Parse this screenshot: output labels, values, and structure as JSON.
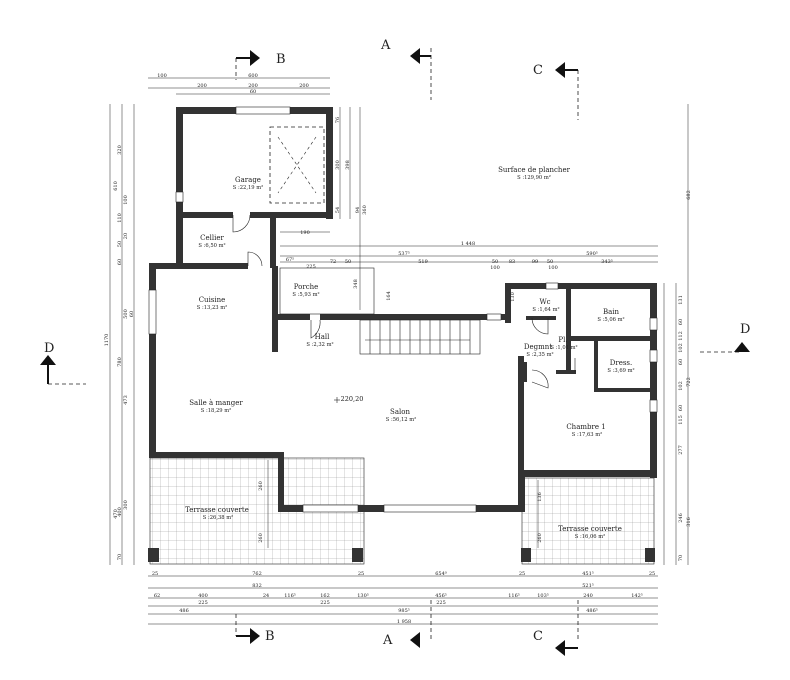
{
  "rooms": {
    "garage": {
      "name": "Garage",
      "area": "S :22,19 m²"
    },
    "cellier": {
      "name": "Cellier",
      "area": "S :6,50 m²"
    },
    "porche": {
      "name": "Porche",
      "area": "S :5,93 m²"
    },
    "cuisine": {
      "name": "Cuisine",
      "area": "S :13,23 m²"
    },
    "hall": {
      "name": "Hall",
      "area": "S :2,32 m²"
    },
    "salle_a_manger": {
      "name": "Salle à manger",
      "area": "S :18,29 m²"
    },
    "salon": {
      "name": "Salon",
      "area": "S :56,12 m²"
    },
    "wc": {
      "name": "Wc",
      "area": "S :1,64 m²"
    },
    "bain": {
      "name": "Bain",
      "area": "S :5,06 m²"
    },
    "placard": {
      "name": "Pl.",
      "area": "S :1,01 m²"
    },
    "degagement": {
      "name": "Degmnt",
      "area": "S :2,35 m²"
    },
    "dressing": {
      "name": "Dress.",
      "area": "S :3,69 m²"
    },
    "chambre1": {
      "name": "Chambre 1",
      "area": "S :17,63 m²"
    },
    "terrasse_ouest": {
      "name": "Terrasse couverte",
      "area": "S :26,38 m²"
    },
    "terrasse_est": {
      "name": "Terrasse couverte",
      "area": "S :16,06 m²"
    }
  },
  "surface_plancher": {
    "label": "Surface de plancher",
    "area": "S :129,90 m²"
  },
  "level_mark": "220,20",
  "sections": {
    "a": "A",
    "b": "B",
    "c": "C",
    "d": "D"
  },
  "dims": {
    "top_row1": [
      "100",
      "600"
    ],
    "top_row2": [
      "200",
      "200",
      "200"
    ],
    "top_sub": "60",
    "garage_right": [
      "76",
      "300",
      "54",
      "398",
      "94"
    ],
    "garage_inner": "360",
    "cellier_dim": "190",
    "mid_total": "1 448",
    "mid_row": [
      "67⁵",
      "537⁵",
      "590⁵"
    ],
    "mid_row2": [
      "225",
      "72",
      "50",
      "519",
      "50",
      "83",
      "99",
      "50",
      "343⁵"
    ],
    "mid_sub": [
      "100",
      "100"
    ],
    "porche_dims": [
      "348",
      "164"
    ],
    "wc_dim": "130",
    "left_outer": [
      "610",
      "1170",
      "470"
    ],
    "left_mid": [
      "320",
      "100",
      "110",
      "20",
      "50",
      "60",
      "780",
      "400",
      "70"
    ],
    "left_inner": [
      "500",
      "60",
      "473",
      "300"
    ],
    "right_outer": [
      "682",
      "722",
      "316"
    ],
    "right_inner": [
      "131",
      "60",
      "112",
      "102",
      "60",
      "102",
      "60",
      "115",
      "277",
      "246",
      "70"
    ],
    "terrace_dims": [
      "260",
      "260",
      "136",
      "260"
    ],
    "bottom_row1": [
      "25",
      "762",
      "25",
      "654⁰",
      "25",
      "451⁵",
      "25"
    ],
    "bottom_row2": [
      "832",
      "521⁵"
    ],
    "bottom_row3": [
      "62",
      "400",
      "24",
      "116⁵",
      "162",
      "130⁵",
      "456⁵",
      "116⁵",
      "103⁵",
      "240",
      "142⁵"
    ],
    "bottom_row4": [
      "225",
      "225",
      "225"
    ],
    "bottom_row5": [
      "486",
      "985⁵",
      "486⁵"
    ],
    "bottom_total": "1 958"
  }
}
